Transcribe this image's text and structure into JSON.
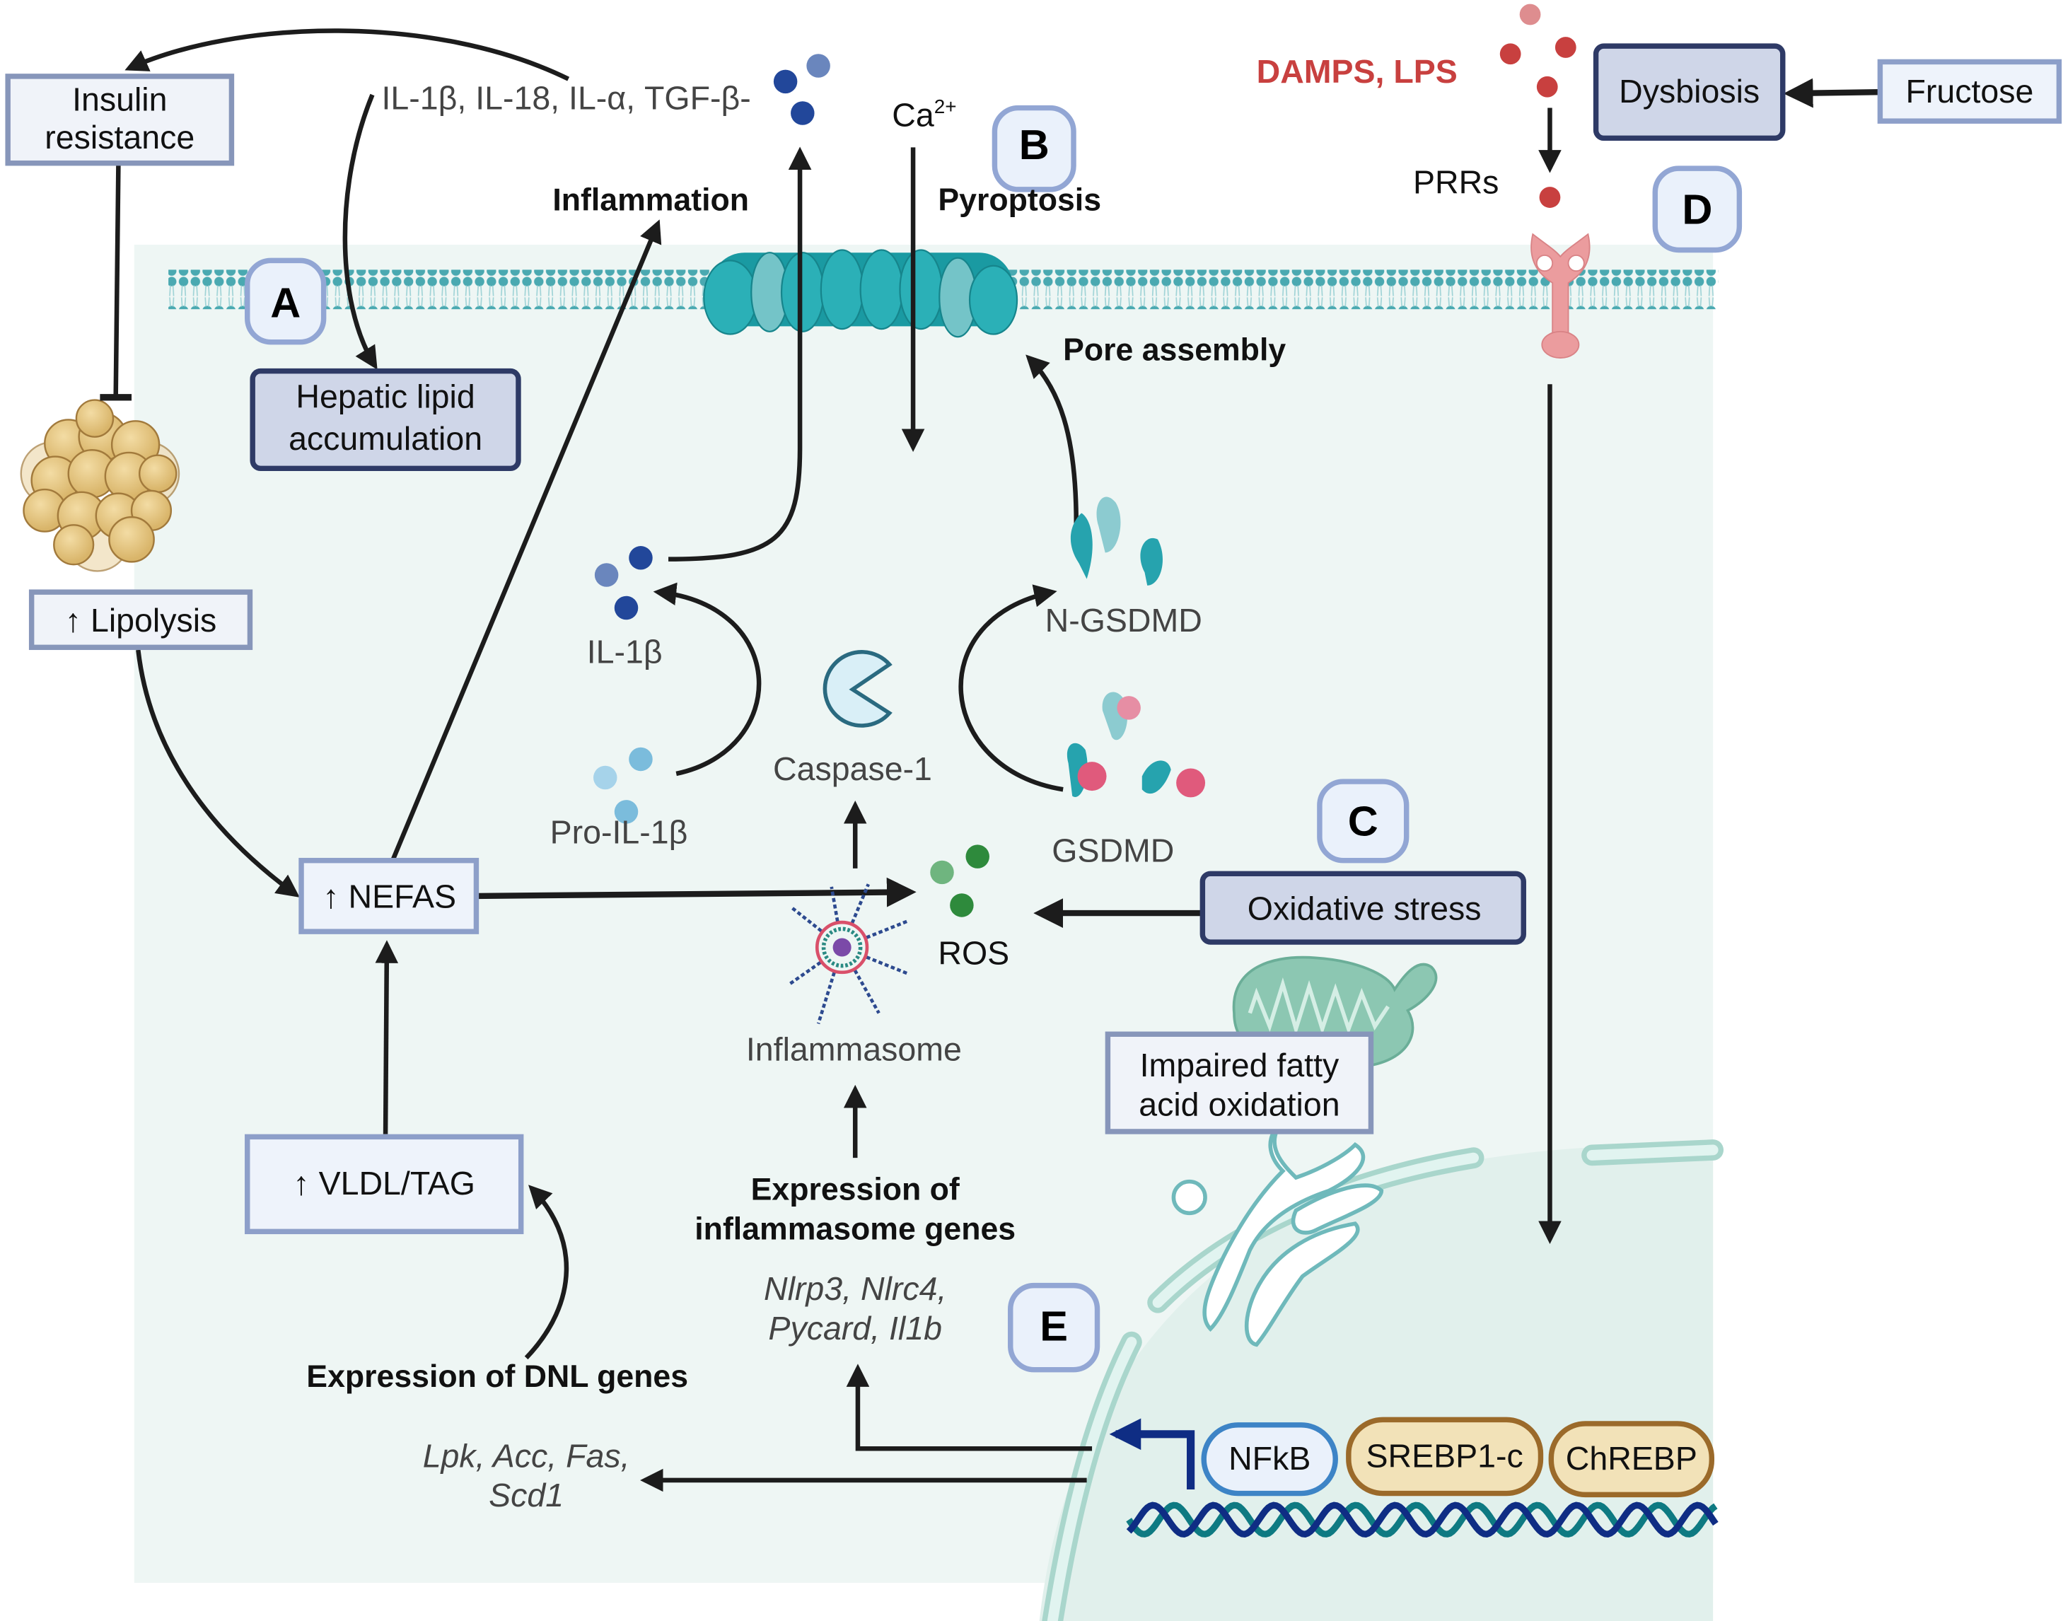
{
  "figure": {
    "panels": [
      {
        "id": "A",
        "label": "A"
      },
      {
        "id": "B",
        "label": "B"
      },
      {
        "id": "C",
        "label": "C"
      },
      {
        "id": "D",
        "label": "D"
      },
      {
        "id": "E",
        "label": "E"
      }
    ],
    "colors": {
      "cell_background": "#eef6f4",
      "nucleus_background": "#e1f0ec",
      "membrane": "#4aa9b1",
      "dark_box_fill": "#cfd6e8",
      "dark_box_border": "#2e3a66",
      "light_box_fill": "#eef3fb",
      "light_box_border": "#8d9fc9",
      "damps_red": "#c8403f",
      "nfkb_border": "#3d84c6",
      "srebp_fill": "#f2e2b8",
      "srebp_border": "#9b6a2a",
      "dna_strand_1": "#0f2d84",
      "dna_strand_2": "#0e7a82"
    },
    "boxes": {
      "insulin_resistance": [
        "Insulin",
        "resistance"
      ],
      "hepatic_lipid": [
        "Hepatic lipid",
        "accumulation"
      ],
      "lipolysis": "↑ Lipolysis",
      "nefas": "↑ NEFAS",
      "vldl_tag": "↑ VLDL/TAG",
      "oxidative_stress": "Oxidative stress",
      "impaired_fao": [
        "Impaired fatty",
        "acid oxidation"
      ],
      "dysbiosis": "Dysbiosis",
      "fructose": "Fructose",
      "nfkb": "NFkB",
      "srebp1c": "SREBP1-c",
      "chrebp": "ChREBP"
    },
    "labels": {
      "cytokines": "IL-1β, IL-18, IL-α, TGF-β-",
      "inflammation": "Inflammation",
      "calcium": "Ca",
      "calcium_charge": "2+",
      "pyroptosis": "Pyroptosis",
      "pore_assembly": "Pore assembly",
      "damps_lps": "DAMPS, LPS",
      "prrs": "PRRs",
      "il1b": "IL-1β",
      "pro_il1b": "Pro-IL-1β",
      "caspase1": "Caspase-1",
      "n_gsdmd": "N-GSDMD",
      "gsdmd": "GSDMD",
      "ros": "ROS",
      "inflammasome": "Inflammasome",
      "expr_inflammasome": [
        "Expression of",
        "inflammasome genes"
      ],
      "inflammasome_genes": [
        "Nlrp3, Nlrc4,",
        "Pycard, Il1b"
      ],
      "expr_dnl": "Expression of DNL genes",
      "dnl_genes": [
        "Lpk, Acc, Fas,",
        "Scd1"
      ]
    }
  }
}
